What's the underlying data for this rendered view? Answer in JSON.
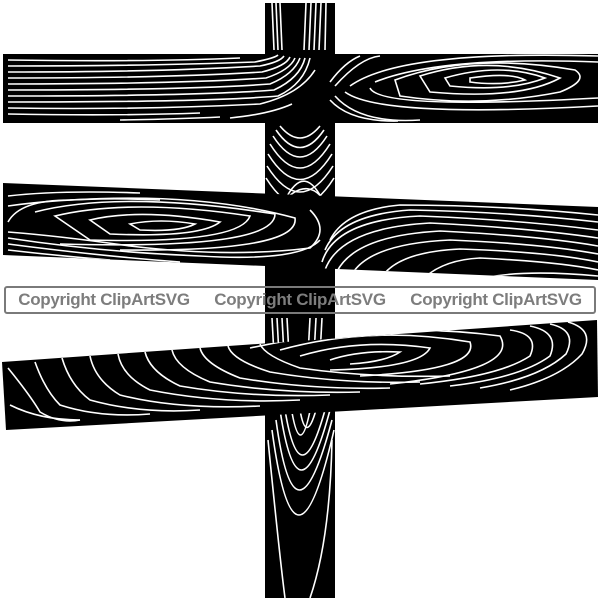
{
  "illustration": {
    "subject": "wooden signpost with three blank planks",
    "colors": {
      "wood": "#000000",
      "grain": "#ffffff",
      "background": "#ffffff",
      "watermark": "#7d7d7d"
    },
    "post": {
      "label": "vertical-post"
    },
    "planks": [
      {
        "label": "top-plank"
      },
      {
        "label": "middle-plank"
      },
      {
        "label": "bottom-plank"
      }
    ]
  },
  "watermark": {
    "items": [
      "Copyright ClipArtSVG",
      "Copyright ClipArtSVG",
      "Copyright ClipArtSVG"
    ]
  }
}
